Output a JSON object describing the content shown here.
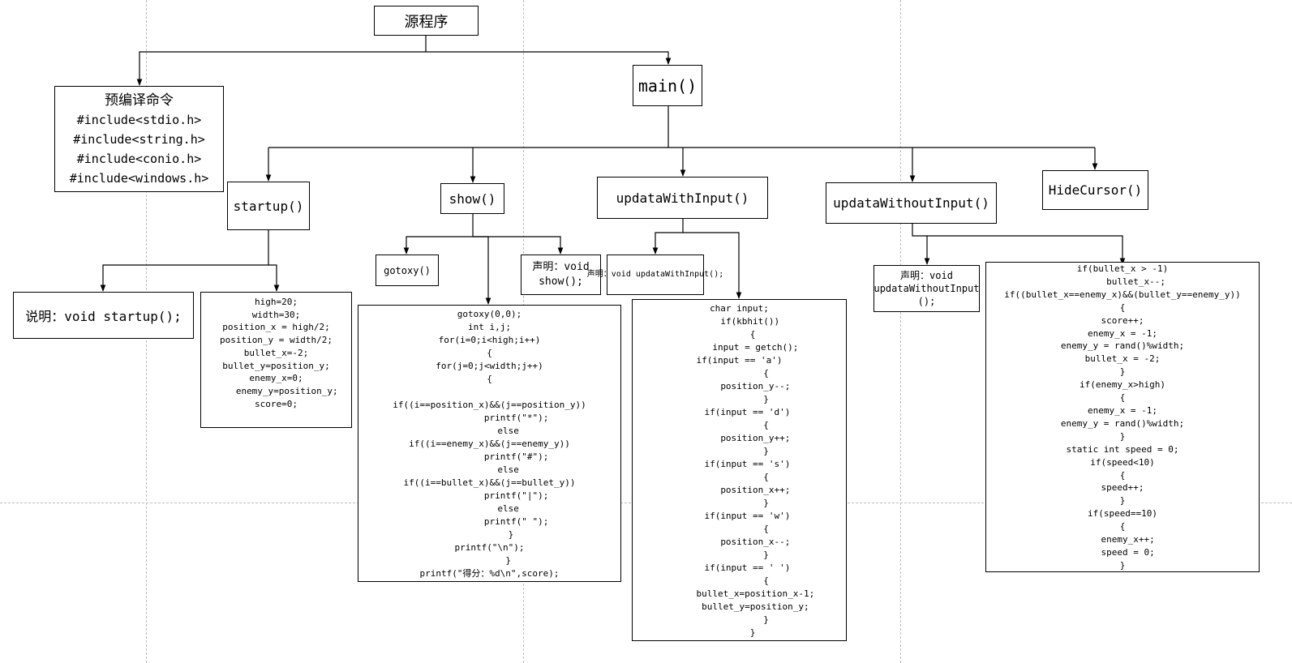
{
  "nodes": {
    "root": "源程序",
    "precompile": [
      "预编译命令",
      "#include<stdio.h>",
      "#include<string.h>",
      "#include<conio.h>",
      "#include<windows.h>"
    ],
    "main": "main()",
    "startup": "startup()",
    "show": "show()",
    "updataWithInput": "updataWithInput()",
    "updataWithoutInput": "updataWithoutInput()",
    "HideCursor": "HideCursor()",
    "startup_decl": "说明：void startup();",
    "gotoxy": "gotoxy()",
    "show_decl": [
      "声明：void",
      "show();"
    ],
    "input_decl": "声明：void updataWithInput();",
    "noinput_decl": [
      "声明：void",
      "updataWithoutInput",
      "();"
    ]
  },
  "code": {
    "startup": [
      "high=20;",
      "width=30;",
      "position_x = high/2;",
      "position_y = width/2;",
      "bullet_x=-2;",
      "bullet_y=position_y;",
      "enemy_x=0;",
      "    enemy_y=position_y;",
      "score=0;"
    ],
    "show": [
      "gotoxy(0,0);",
      "int i,j;",
      "for(i=0;i<high;i++)",
      "{",
      "for(j=0;j<width;j++)",
      "{",
      "",
      "if((i==position_x)&&(j==position_y))",
      "          printf(\"*\");",
      "       else",
      "if((i==enemy_x)&&(j==enemy_y))",
      "          printf(\"#\");",
      "       else",
      "if((i==bullet_x)&&(j==bullet_y))",
      "          printf(\"|\");",
      "       else",
      "          printf(\" \");",
      "        }",
      "printf(\"\\n\");",
      "       }",
      "printf(\"得分：%d\\n\",score);"
    ],
    "updataWithInput": [
      "char input;",
      "    if(kbhit())",
      "     {",
      "      input = getch();",
      "if(input == 'a')",
      "          {",
      "      position_y--;",
      "          }",
      "   if(input == 'd')",
      "          {",
      "      position_y++;",
      "          }",
      "   if(input == 's')",
      "          {",
      "      position_x++;",
      "          }",
      "   if(input == 'w')",
      "          {",
      "      position_x--;",
      "          }",
      "   if(input == ' ')",
      "          {",
      "      bullet_x=position_x-1;",
      "      bullet_y=position_y;",
      "          }",
      "     }"
    ],
    "updataWithoutInput": [
      "if(bullet_x > -1)",
      "     bullet_x--;",
      "if((bullet_x==enemy_x)&&(bullet_y==enemy_y))",
      "{",
      "score++;",
      "enemy_x = -1;",
      "enemy_y = rand()%width;",
      "bullet_x = -2;",
      "}",
      "if(enemy_x>high)",
      "{",
      "enemy_x = -1;",
      "enemy_y = rand()%width;",
      "}",
      "static int speed = 0;",
      "if(speed<10)",
      "{",
      "speed++;",
      "}",
      "if(speed==10)",
      "{",
      "  enemy_x++;",
      "  speed = 0;",
      "}"
    ]
  }
}
